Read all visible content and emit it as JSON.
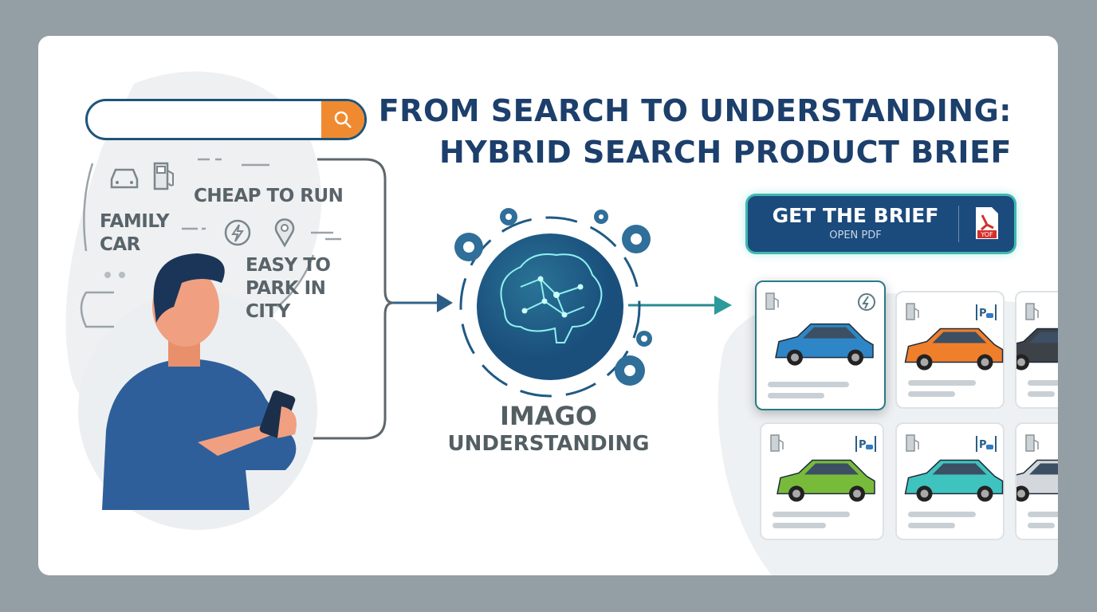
{
  "title": {
    "line1": "FROM SEARCH TO UNDERSTANDING:",
    "line2": "HYBRID SEARCH PRODUCT BRIEF"
  },
  "search": {
    "value": "",
    "icon": "search-icon",
    "button_color": "#f08a30"
  },
  "query_terms": {
    "family": [
      "FAMILY",
      "CAR"
    ],
    "cheap": "CHEAP TO RUN",
    "park": [
      "EASY TO",
      "PARK IN",
      "CITY"
    ]
  },
  "engine": {
    "line1": "IMAGO",
    "line2": "UNDERSTANDING",
    "icon": "brain-icon"
  },
  "cta": {
    "label": "GET THE BRIEF",
    "sublabel": "OPEN PDF",
    "pdf_badge": "YOF",
    "bg_color": "#1b4a7c"
  },
  "results": [
    {
      "color": "#2f86c6",
      "badge": "ev-charge-icon",
      "selected": true
    },
    {
      "color": "#f07f2c",
      "badge": "parking-icon",
      "selected": false
    },
    {
      "color": "#3c4248",
      "badge": "",
      "selected": false
    },
    {
      "color": "#78bb3a",
      "badge": "parking-icon",
      "selected": false
    },
    {
      "color": "#3fc3bf",
      "badge": "parking-icon",
      "selected": false
    },
    {
      "color": "#d4d8dc",
      "badge": "",
      "selected": false
    }
  ]
}
